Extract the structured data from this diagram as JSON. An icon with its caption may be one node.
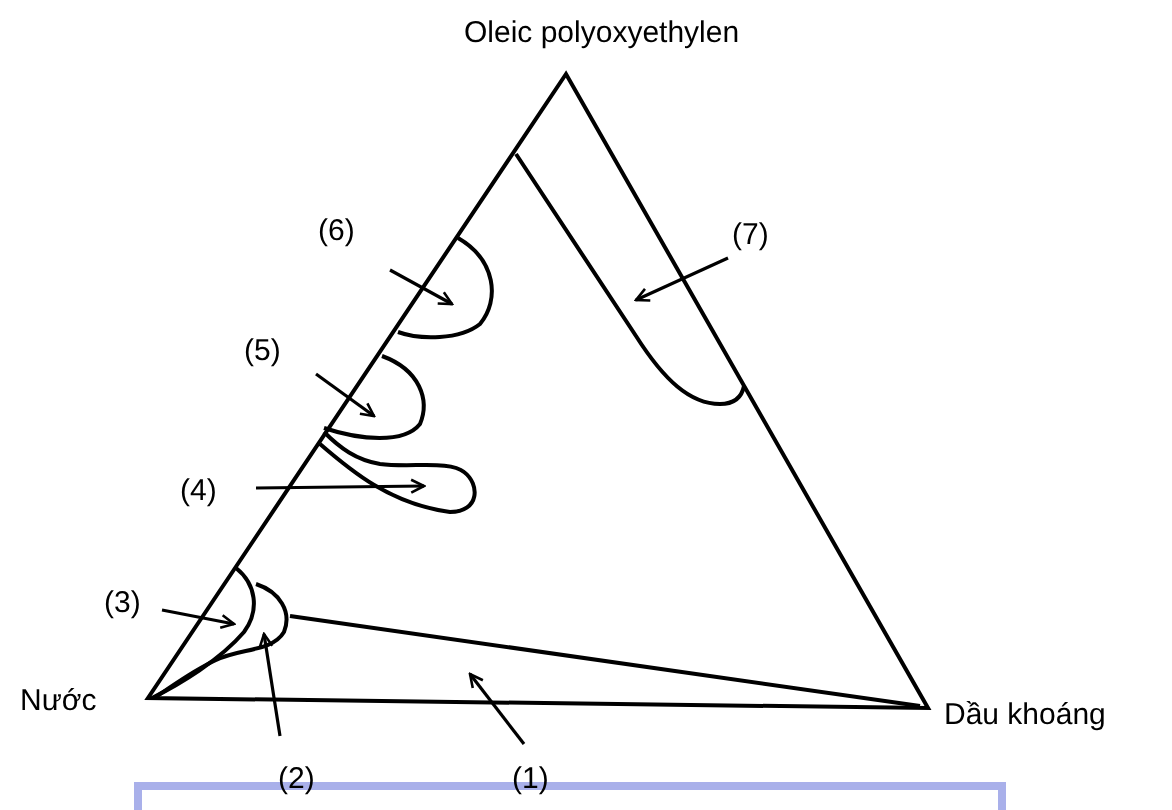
{
  "diagram": {
    "nodes": [
      {
        "text": [
          "(1)"
        ]
      },
      {
        "text": [
          "(2)"
        ]
      },
      {
        "text": [
          "(3)"
        ]
      },
      {
        "text": [
          "(4)"
        ]
      },
      {
        "text": [
          "(5)"
        ]
      },
      {
        "text": [
          "(6)"
        ]
      },
      {
        "text": [
          "(7)"
        ]
      }
    ],
    "edges": [
      {
        "from": 0,
        "to": null,
        "arrow": "to"
      },
      {
        "from": 1,
        "to": null,
        "arrow": "to"
      },
      {
        "from": 2,
        "to": null,
        "arrow": "to"
      },
      {
        "from": 3,
        "to": null,
        "arrow": "to"
      },
      {
        "from": 4,
        "to": null,
        "arrow": "to"
      },
      {
        "from": 5,
        "to": null,
        "arrow": "to"
      },
      {
        "from": 6,
        "to": null,
        "arrow": "to"
      }
    ],
    "labels": [
      "Oleic polyoxyethylen",
      "Nước",
      "Dầu khoáng"
    ]
  }
}
